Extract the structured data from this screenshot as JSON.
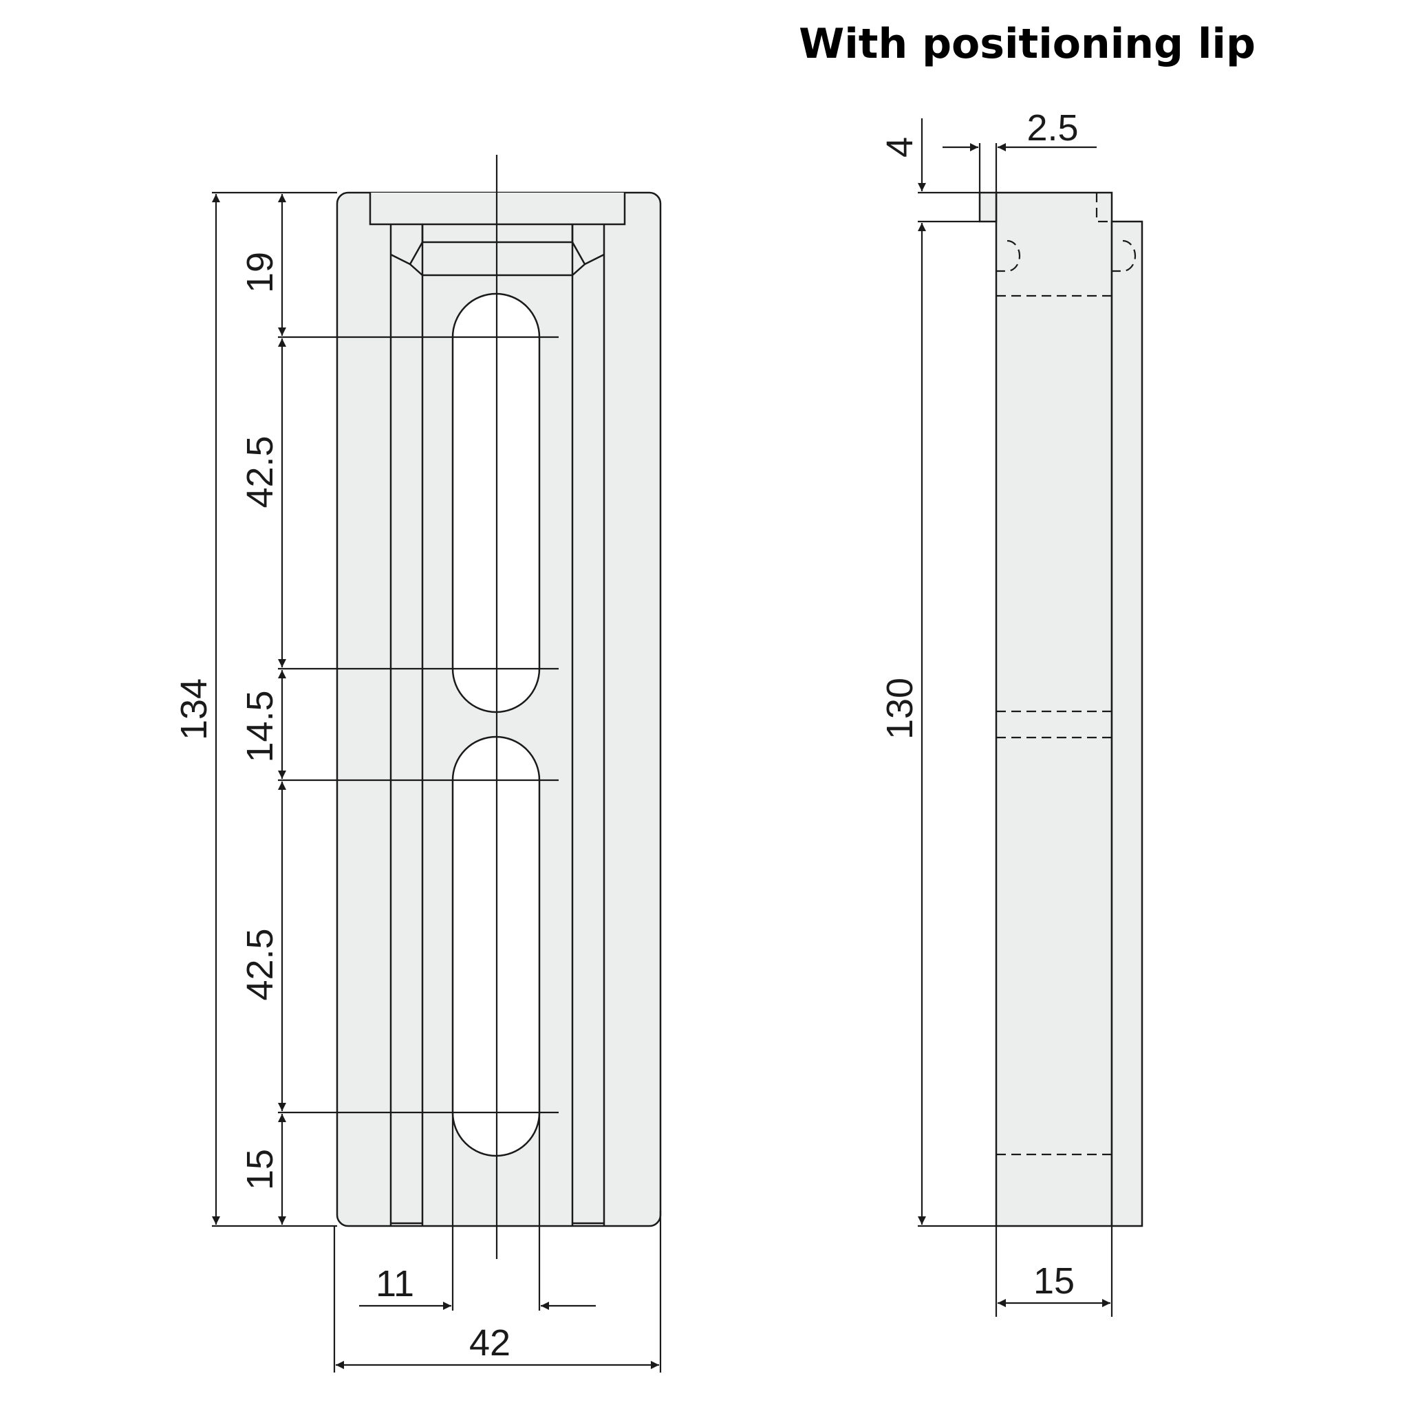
{
  "title": "With positioning lip",
  "front_view": {
    "dimensions": {
      "overall_height": "134",
      "top_section": "19",
      "upper_slot": "42.5",
      "slot_gap": "14.5",
      "lower_slot": "42.5",
      "bottom_section": "15",
      "slot_width": "11",
      "overall_width": "42"
    }
  },
  "side_view": {
    "dimensions": {
      "lip_height": "4",
      "lip_width": "2.5",
      "body_height": "130",
      "thickness": "15"
    }
  }
}
